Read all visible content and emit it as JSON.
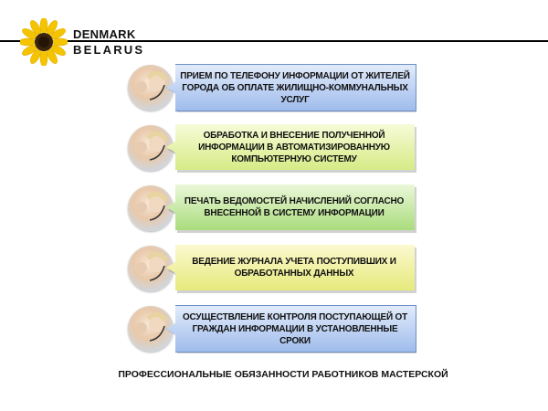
{
  "logo": {
    "line1": "DENMARK",
    "line2": "BELARUS"
  },
  "items": [
    {
      "text": "ПРИЕМ ПО ТЕЛЕФОНУ ИНФОРМАЦИИ ОТ ЖИТЕЛЕЙ ГОРОДА ОБ ОПЛАТЕ ЖИЛИЩНО-КОММУНАЛЬНЫХ УСЛУГ",
      "color": "#9fbcec"
    },
    {
      "text": "ОБРАБОТКА И ВНЕСЕНИЕ ПОЛУЧЕННОЙ ИНФОРМАЦИИ В АВТОМАТИЗИРОВАННУЮ КОМПЬЮТЕРНУЮ СИСТЕМУ",
      "color": "#d6eb86"
    },
    {
      "text": "ПЕЧАТЬ ВЕДОМОСТЕЙ НАЧИСЛЕНИЙ СОГЛАСНО ВНЕСЕННОЙ В СИСТЕМУ ИНФОРМАЦИИ",
      "color": "#a9dc7c"
    },
    {
      "text": "ВЕДЕНИЕ ЖУРНАЛА УЧЕТА ПОСТУПИВШИХ И ОБРАБОТАННЫХ ДАННЫХ",
      "color": "#e6ea7c"
    },
    {
      "text": "ОСУЩЕСТВЛЕНИЕ КОНТРОЛЯ ПОСТУПАЮЩЕЙ ОТ ГРАЖДАН ИНФОРМАЦИИ В УСТАНОВЛЕННЫЕ СРОКИ",
      "color": "#9fbcec"
    }
  ],
  "footer": "ПРОФЕССИОНАЛЬНЫЕ ОБЯЗАННОСТИ РАБОТНИКОВ МАСТЕРСКОЙ"
}
